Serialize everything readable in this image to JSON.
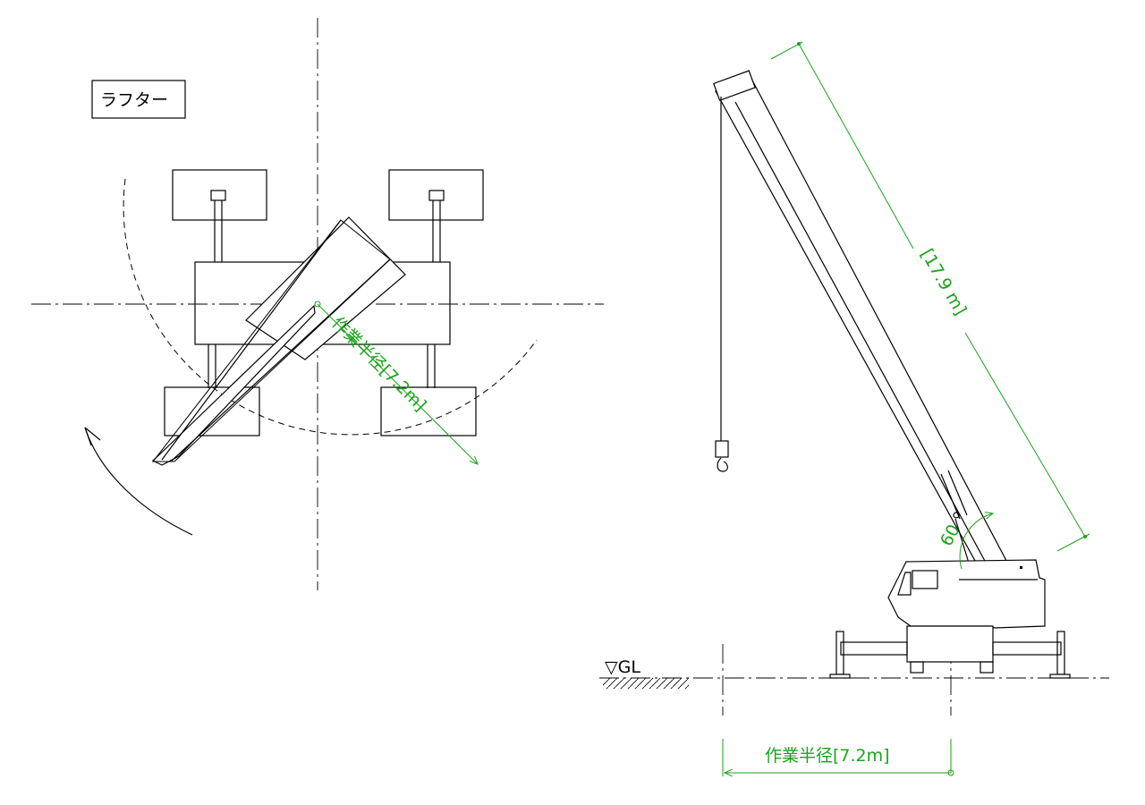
{
  "plan": {
    "title": "ラフター",
    "radius_label": "作業半径[7.2m]"
  },
  "elevation": {
    "boom_length_label": "[17.9 m]",
    "boom_angle_label": "60",
    "ground_label": "▽GL",
    "radius_label": "作業半径[7.2m]"
  },
  "colors": {
    "line": "#000000",
    "dimension": "#1aa31a",
    "background": "#ffffff"
  }
}
